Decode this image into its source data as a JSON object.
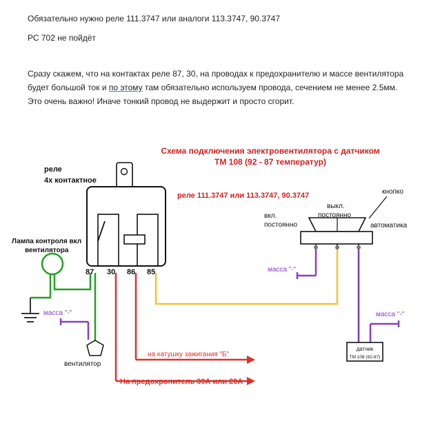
{
  "header": {
    "line1": "Обязательно нужно реле 111.3747 или аналоги 113.3747,  90.3747",
    "line2": "РС 702 не пойдёт",
    "para_line1": "Сразу скажем, что на контактах реле 87, 30,  на проводах  к предохранителю и массе вентилятора",
    "para_line2_a": "будет большой ток и ",
    "para_line2_b": "по этому",
    "para_line2_c": " там обязательно используем провода, сечением не менее 2.5мм.",
    "para_line3": "Это очень важно! Иначе тонкий провод не выдержит и просто сгорит."
  },
  "diagram": {
    "title_line1": "Схема подключения электровентилятора с датчиком",
    "title_line2": "ТМ 108 (92 - 87 температур)",
    "relay_label_line1": "реле",
    "relay_label_line2": "4х контактное",
    "relay_models": "реле 111.3747 или 113.3747, 90.3747",
    "lamp_label_line1": "Лампа контроля вкл",
    "lamp_label_line2": "вентилятора",
    "pins": [
      "87",
      "30",
      "86",
      "85"
    ],
    "switch_knob": "кнопко",
    "switch_off_line1": "выкл.",
    "switch_off_line2": "постоянно",
    "switch_on_line1": "вкл.",
    "switch_on_line2": "постоянно",
    "switch_auto": "автоматика",
    "ground_label": "масса \"-\"",
    "fan_label": "вентилятор",
    "ignition_label": "на катушку зажигания \"Б\"",
    "fuse_label": "На предохронитель 30А или 20А",
    "sensor_line1": "датчик",
    "sensor_line2": "ТМ 108 (92-87)",
    "colors": {
      "title_red": "#d42020",
      "wire_red": "#e0302a",
      "wire_green": "#22a020",
      "wire_yellow": "#f2c430",
      "wire_purple": "#6e3fb8",
      "ground_purple": "#8a3cc8"
    }
  }
}
